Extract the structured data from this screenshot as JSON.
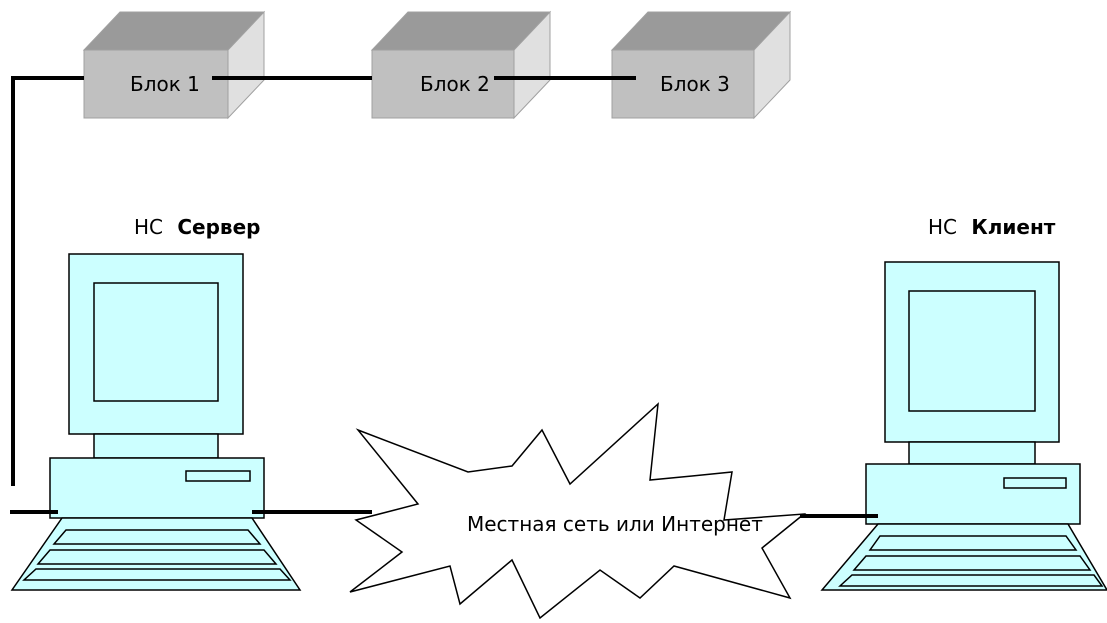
{
  "blocks": [
    {
      "label": "Блок 1"
    },
    {
      "label": "Блок 2"
    },
    {
      "label": "Блок 3"
    }
  ],
  "server": {
    "prefix": "НС",
    "name": "Сервер"
  },
  "client": {
    "prefix": "НС",
    "name": "Клиент"
  },
  "network": {
    "label": "Местная сеть или Интернет"
  },
  "colors": {
    "block_front": "#c0c0c0",
    "block_top": "#9a9a9a",
    "block_side": "#e0e0e0",
    "computer_fill": "#ccffff",
    "line": "#000000"
  }
}
